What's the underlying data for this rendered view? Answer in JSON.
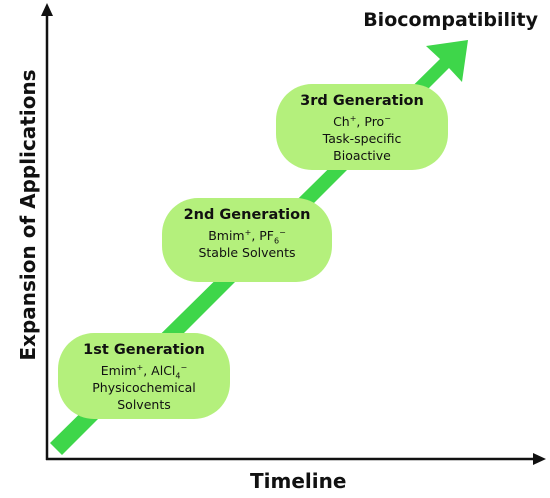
{
  "axes": {
    "x_label": "Timeline",
    "y_label": "Expansion of Applications"
  },
  "goal_label": "Biocompatibility",
  "colors": {
    "arrow": "#3ed64a",
    "pill": "#b4f07c",
    "axis": "#111111"
  },
  "generations": [
    {
      "title": "1st Generation",
      "ions": {
        "cation": "Emim",
        "cation_charge": "+",
        "separator": ", ",
        "anion_base": "AlCl",
        "anion_sub": "4",
        "anion_charge": "−"
      },
      "lines": [
        "Physicochemical",
        "Solvents"
      ]
    },
    {
      "title": "2nd Generation",
      "ions": {
        "cation": "Bmim",
        "cation_charge": "+",
        "separator": ", ",
        "anion_base": "PF",
        "anion_sub": "6",
        "anion_charge": "−"
      },
      "lines": [
        "Stable Solvents"
      ]
    },
    {
      "title": "3rd Generation",
      "ions": {
        "cation": "Ch",
        "cation_charge": "+",
        "separator": ", ",
        "anion_base": "Pro",
        "anion_sub": "",
        "anion_charge": "−"
      },
      "lines": [
        "Task-specific",
        "Bioactive"
      ]
    }
  ]
}
